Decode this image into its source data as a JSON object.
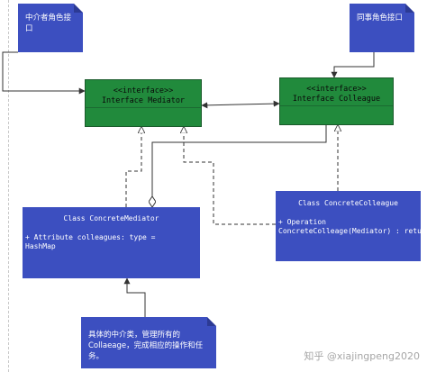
{
  "notes": {
    "mediator_role": "中介者角色接口",
    "colleague_role": "同事角色接口",
    "concrete_mediator_desc": "具体的中介类，管理所有的Collaeage，完成相应的操作和任务。"
  },
  "interfaces": {
    "mediator": {
      "stereotype": "<<interface>>",
      "name": "Interface Mediator"
    },
    "colleague": {
      "stereotype": "<<interface>>",
      "name": "Interface Colleague"
    }
  },
  "classes": {
    "concrete_mediator": {
      "title": "Class ConcreteMediator",
      "attribute": "+   Attribute colleagues: type = HashMap"
    },
    "concrete_colleague": {
      "title": "Class ConcreteColleague",
      "operation_line1": "+   Operation",
      "operation_line2": "ConcreteColleage(Mediator) : return"
    }
  },
  "watermark": "知乎 @xiajingpeng2020",
  "colors": {
    "note_fill": "#3c4fc0",
    "interface_fill": "#218a3c",
    "class_fill": "#3c4fc0",
    "connector": "#333333"
  }
}
